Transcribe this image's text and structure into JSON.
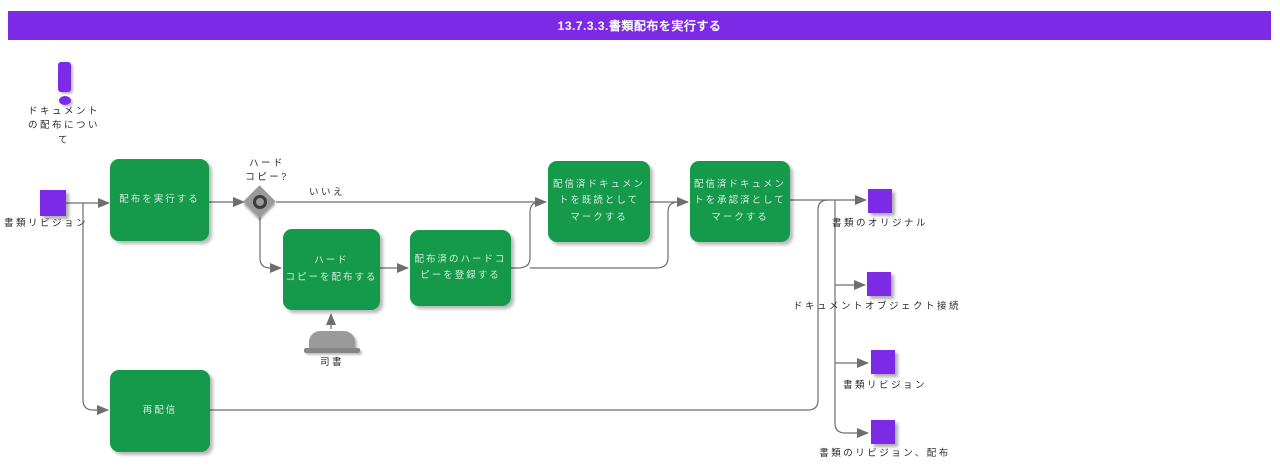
{
  "colors": {
    "purple": "#7D2AE6",
    "green": "#149A4A",
    "line": "#6e6e6e",
    "gray": "#9a9a9a"
  },
  "header": {
    "title": "13.7.3.3.書類配布を実行する"
  },
  "note": {
    "text": "ドキュメント\nの配布につい\nて"
  },
  "input": {
    "label": "書類リビジョン"
  },
  "tasks": {
    "execute": {
      "label": "配布を実行する"
    },
    "distribute_hardcopy": {
      "label": "ハード\nコピーを配布する"
    },
    "register_hardcopy": {
      "label": "配布済のハードコ\nピーを登録する"
    },
    "mark_read": {
      "label": "配信済ドキュメン\nトを既読として\nマークする"
    },
    "mark_approved": {
      "label": "配信済ドキュメン\nトを承認済として\nマークする"
    },
    "redistribute": {
      "label": "再配信"
    }
  },
  "gateway": {
    "label": "ハード\nコピー?",
    "no_label": "いいえ"
  },
  "actor": {
    "label": "司書"
  },
  "outputs": [
    {
      "label": "書類のオリジナル"
    },
    {
      "label": "ドキュメントオブジェクト接続"
    },
    {
      "label": "書類リビジョン"
    },
    {
      "label": "書類のリビジョン、配布"
    }
  ]
}
